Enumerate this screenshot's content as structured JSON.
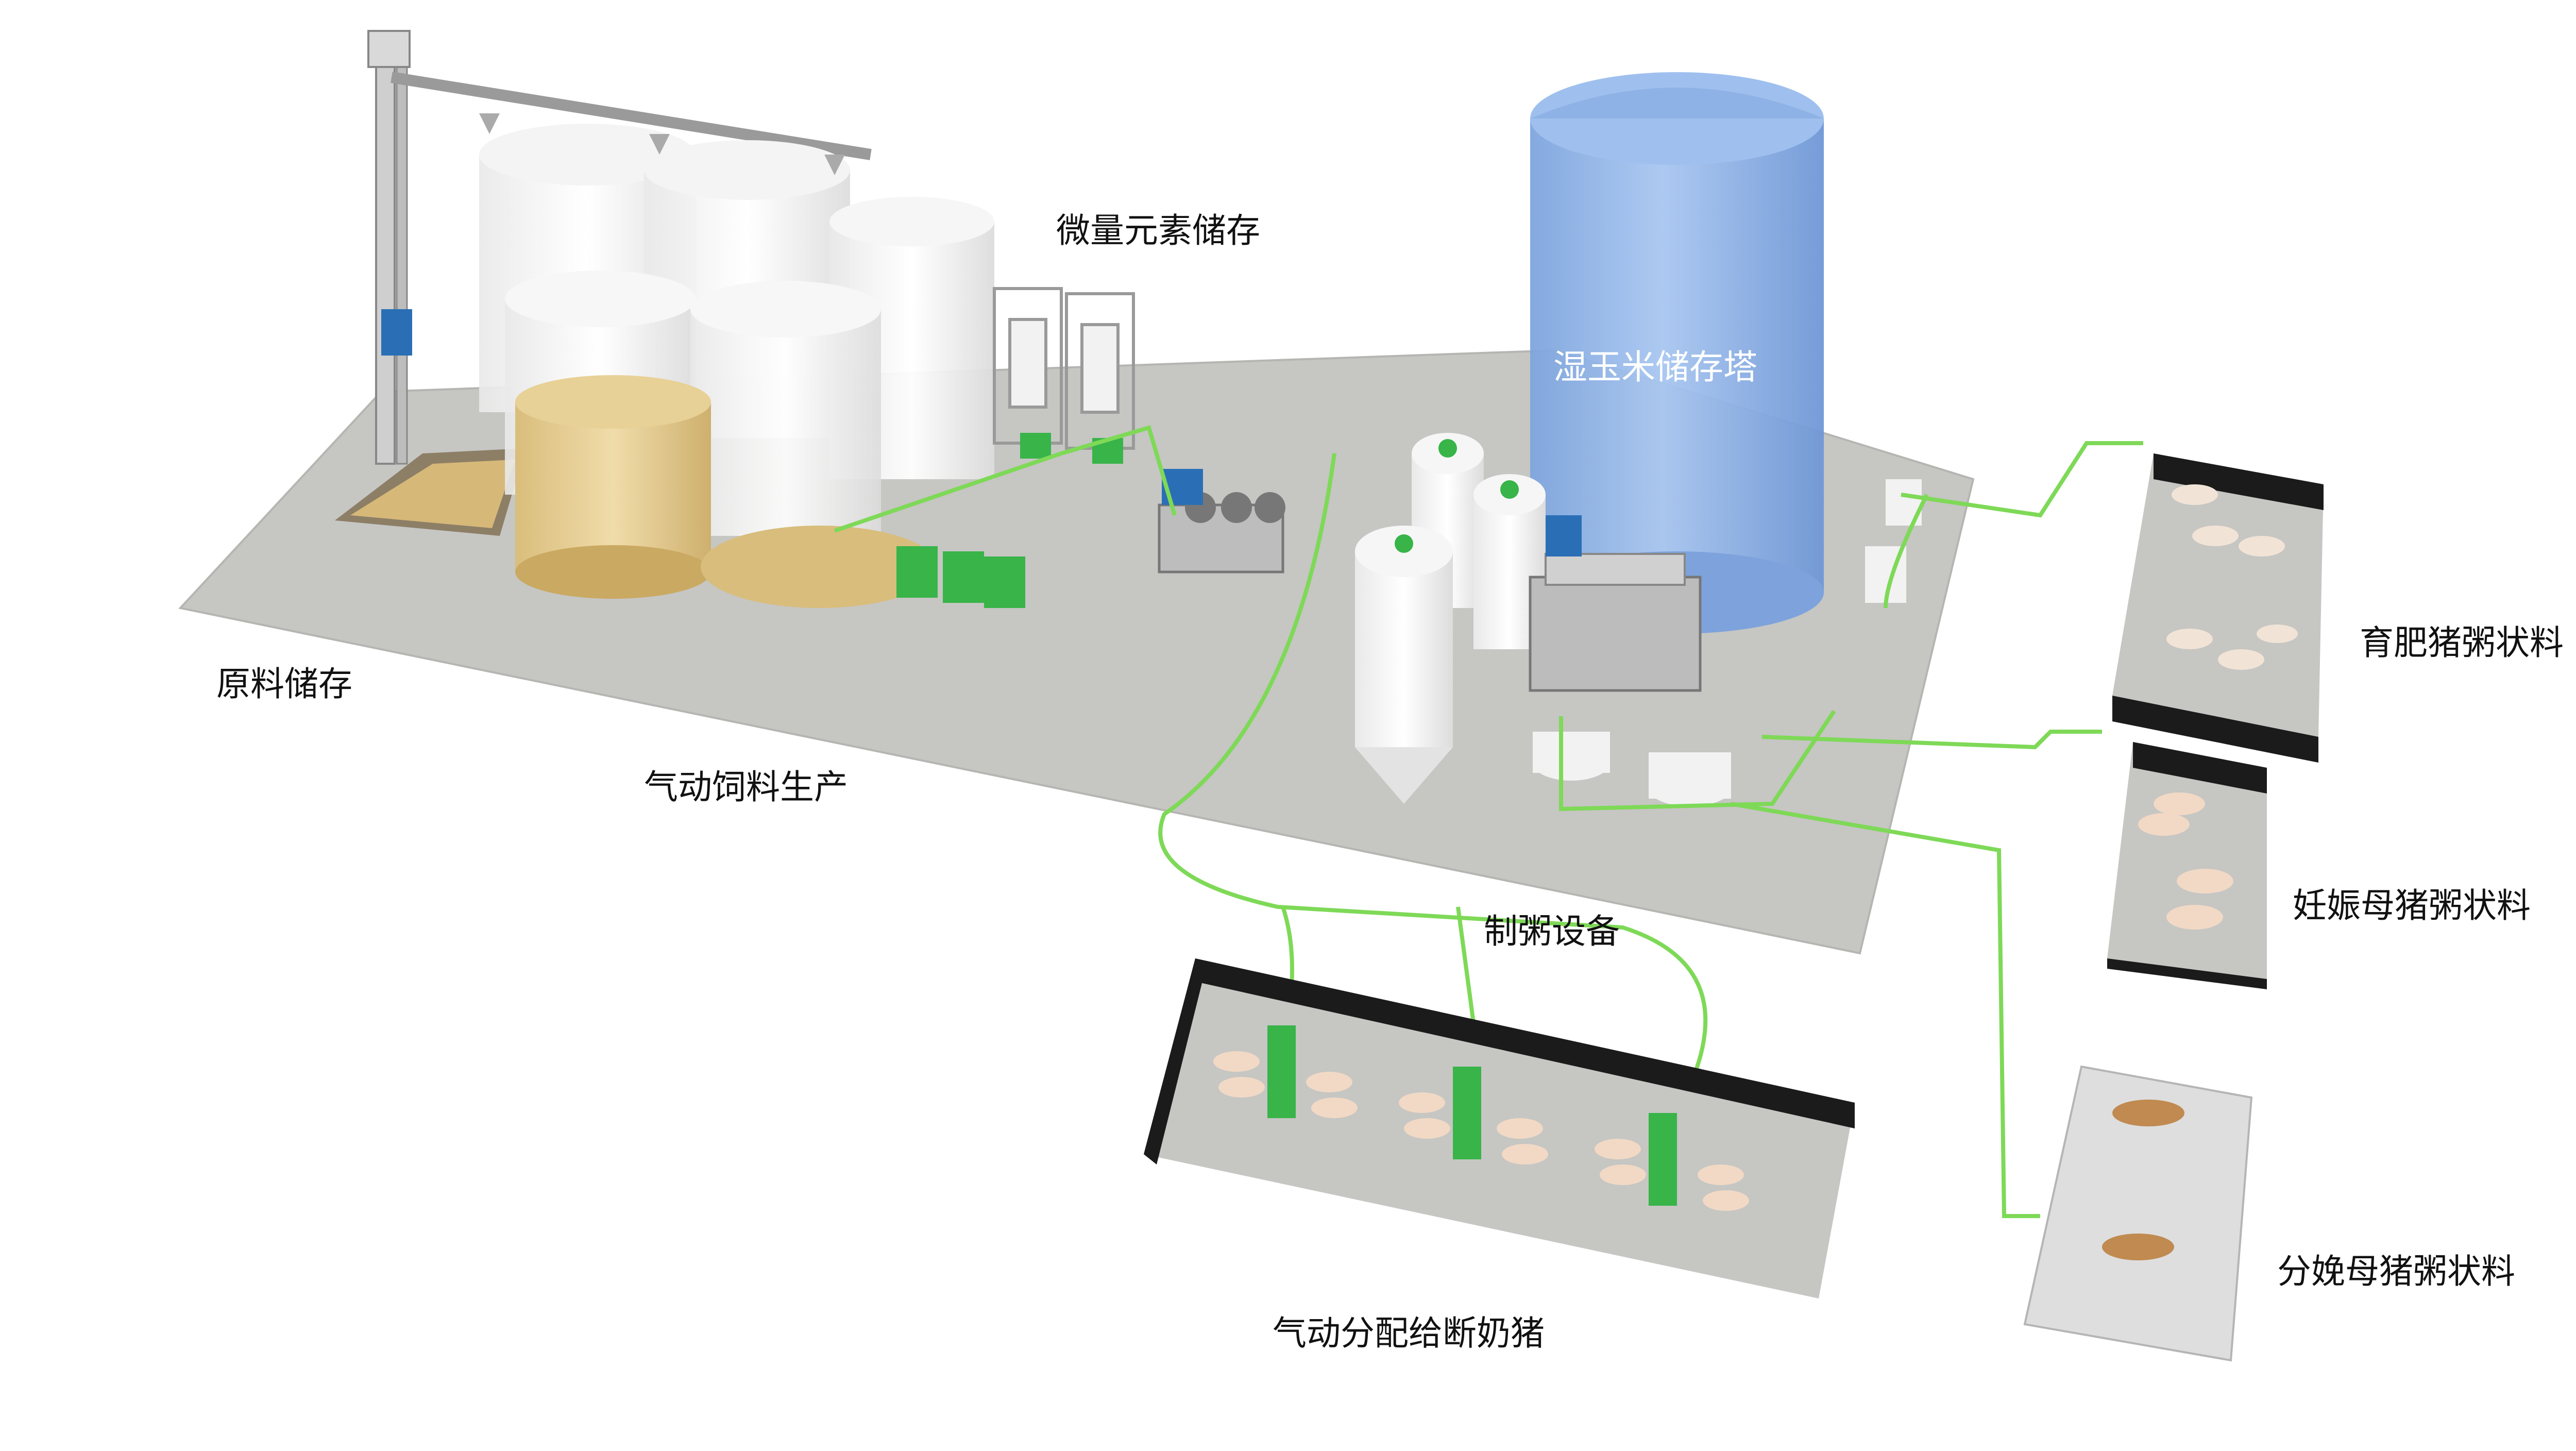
{
  "colors": {
    "floor": "#c6c6c3",
    "pipe_green": "#7ed957",
    "equipment_green": "#38b449",
    "tower_blue": "#8fb4e8",
    "corn": "#e2c887",
    "pen_black": "#1b1b1b"
  },
  "labels": {
    "raw_storage": "原料储存",
    "trace_storage": "微量元素储存",
    "pneumatic_production": "气动饲料生产",
    "corn_tower": "湿玉米储存塔",
    "porridge_equipment": "制粥设备",
    "weaner_distribution": "气动分配给断奶猪",
    "finisher_feed": "育肥猪粥状料",
    "gestating_feed": "妊娠母猪粥状料",
    "farrowing_feed": "分娩母猪粥状料"
  }
}
